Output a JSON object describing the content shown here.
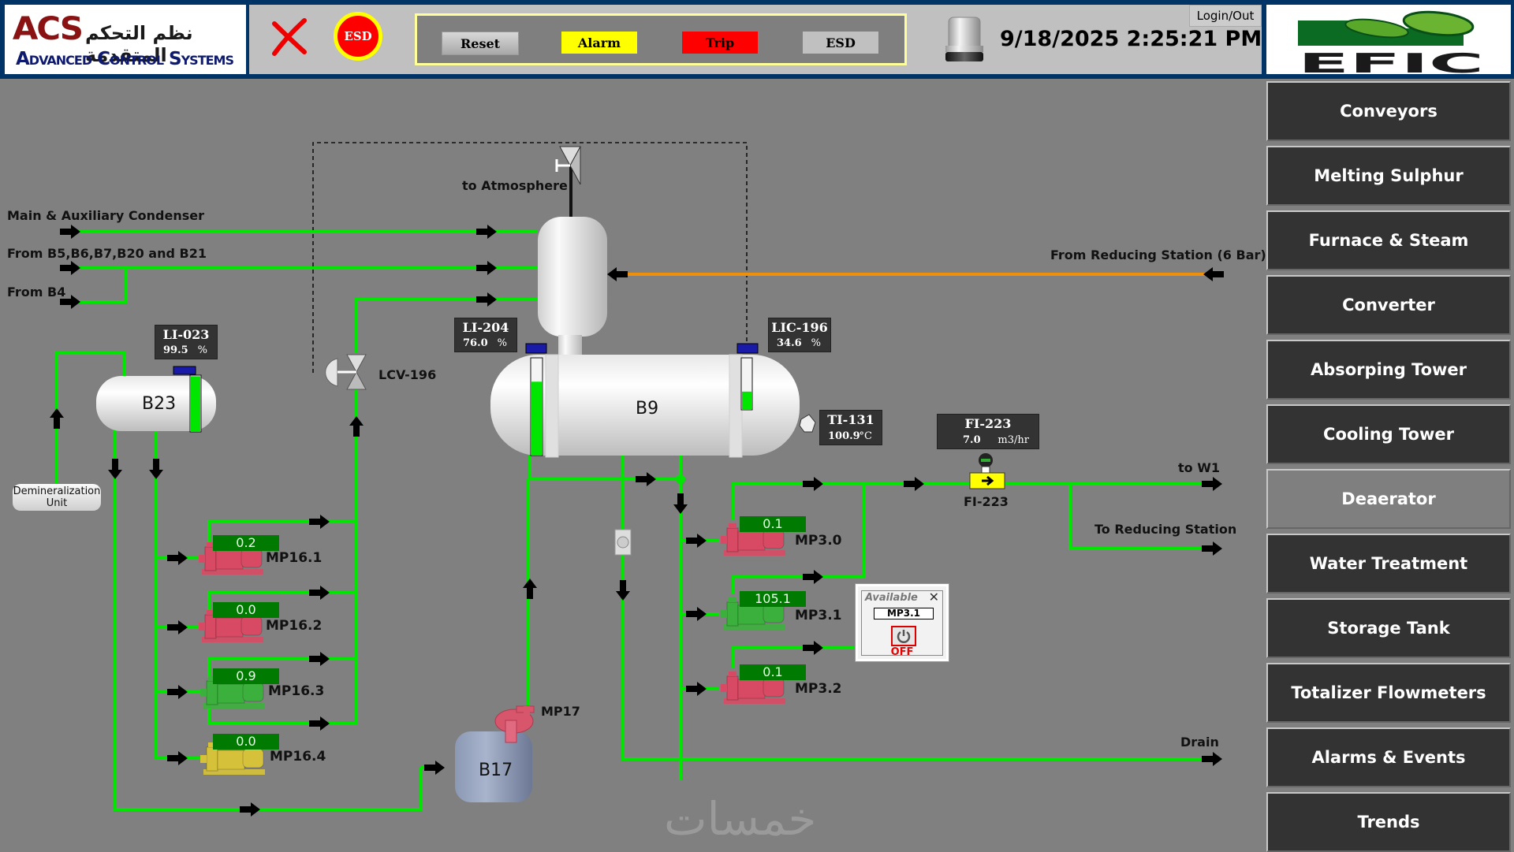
{
  "header": {
    "logo_left": {
      "acs": "ACS",
      "arabic": "نظم التحكم المتقدمة",
      "name": "Advanced Control Systems"
    },
    "cancel_icon": "x-icon",
    "esd_button_label": "ESD",
    "status_panel": {
      "reset_label": "Reset",
      "alarm_label": "Alarm",
      "trip_label": "Trip",
      "esd_label": "ESD"
    },
    "beacon_icon": "beacon-light-icon",
    "datetime": "9/18/2025 2:25:21 PM",
    "login_label": "Login/Out",
    "logo_right": "EFIC",
    "colors": {
      "alarm": "#ffff00",
      "trip": "#ff0000",
      "esd": "#ff0000",
      "pipe": "#00e000",
      "steam": "#f0900a"
    }
  },
  "nav": {
    "active": "Deaerator",
    "items": [
      {
        "label": "Conveyors"
      },
      {
        "label": "Melting Sulphur"
      },
      {
        "label": "Furnace & Steam"
      },
      {
        "label": "Converter"
      },
      {
        "label": "Absorping Tower"
      },
      {
        "label": "Cooling Tower"
      },
      {
        "label": "Deaerator"
      },
      {
        "label": "Water Treatment"
      },
      {
        "label": "Storage Tank"
      },
      {
        "label": "Totalizer Flowmeters"
      },
      {
        "label": "Alarms & Events"
      },
      {
        "label": "Trends"
      }
    ]
  },
  "diagram": {
    "labels": {
      "main_aux": "Main & Auxiliary Condenser",
      "from_b5": "From B5,B6,B7,B20 and B21",
      "from_b4": "From B4",
      "to_atmosphere": "to Atmosphere",
      "from_reducing": "From Reducing Station (6 Bar)",
      "lcv": "LCV-196",
      "demin": "Demineralization Unit",
      "to_w1": "to W1",
      "to_reducing": "To Reducing Station",
      "drain": "Drain",
      "fi_label": "FI-223"
    },
    "vessels": {
      "b23": "B23",
      "b9": "B9",
      "b17": "B17"
    },
    "tags": {
      "li023": {
        "tag": "LI-023",
        "value": "99.5",
        "unit": "%",
        "level_fraction": 0.995
      },
      "li204": {
        "tag": "LI-204",
        "value": "76.0",
        "unit": "%",
        "level_fraction": 0.76
      },
      "lic196": {
        "tag": "LIC-196",
        "value": "34.6",
        "unit": "%",
        "level_fraction": 0.346
      },
      "ti131": {
        "tag": "TI-131",
        "value": "100.9",
        "unit": "°C"
      },
      "fi223": {
        "tag": "FI-223",
        "value": "7.0",
        "unit": "m3/hr"
      }
    },
    "pumps": [
      {
        "id": "mp16_1",
        "name": "MP16.1",
        "value": "0.2",
        "state": "stopped",
        "color": "#d84a64"
      },
      {
        "id": "mp16_2",
        "name": "MP16.2",
        "value": "0.0",
        "state": "stopped",
        "color": "#d84a64"
      },
      {
        "id": "mp16_3",
        "name": "MP16.3",
        "value": "0.9",
        "state": "running",
        "color": "#3cb03c"
      },
      {
        "id": "mp16_4",
        "name": "MP16.4",
        "value": "0.0",
        "state": "standby",
        "color": "#d6c23a"
      },
      {
        "id": "mp3_0",
        "name": "MP3.0",
        "value": "0.1",
        "state": "stopped",
        "color": "#d84a64"
      },
      {
        "id": "mp3_1",
        "name": "MP3.1",
        "value": "105.1",
        "state": "running",
        "color": "#3cb03c"
      },
      {
        "id": "mp3_2",
        "name": "MP3.2",
        "value": "0.1",
        "state": "stopped",
        "color": "#d84a64"
      },
      {
        "id": "mp17",
        "name": "MP17",
        "state": "stopped",
        "color": "#d84a64"
      }
    ],
    "popup": {
      "status": "Available",
      "pump": "MP3.1",
      "power_state": "OFF"
    },
    "watermark": "خمسات"
  }
}
